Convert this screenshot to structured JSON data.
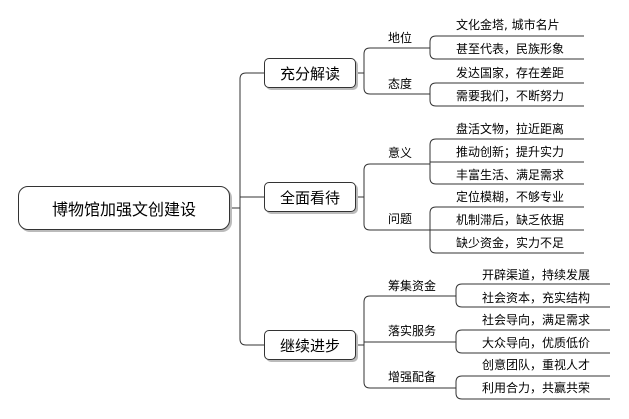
{
  "root": "博物馆加强文创建设",
  "branches": [
    {
      "title": "充分解读",
      "groups": [
        {
          "label": "地位",
          "items": [
            "文化金塔, 城市名片",
            "甚至代表，民族形象"
          ]
        },
        {
          "label": "态度",
          "items": [
            "发达国家，存在差距",
            "需要我们，不断努力"
          ]
        }
      ]
    },
    {
      "title": "全面看待",
      "groups": [
        {
          "label": "意义",
          "items": [
            "盘活文物，拉近距离",
            "推动创新；提升实力",
            "丰富生活、满足需求"
          ]
        },
        {
          "label": "问题",
          "items": [
            "定位模糊，不够专业",
            "机制滞后，缺乏依据",
            "缺少资金，实力不足"
          ]
        }
      ]
    },
    {
      "title": "继续进步",
      "groups": [
        {
          "label": "筹集资金",
          "items": [
            "开辟渠道，持续发展",
            "社会资本，充实结构"
          ]
        },
        {
          "label": "落实服务",
          "items": [
            "社会导向，满足需求",
            "大众导向，优质低价"
          ]
        },
        {
          "label": "增强配备",
          "items": [
            "创意团队，重视人才",
            "利用合力，共赢共荣"
          ]
        }
      ]
    }
  ]
}
